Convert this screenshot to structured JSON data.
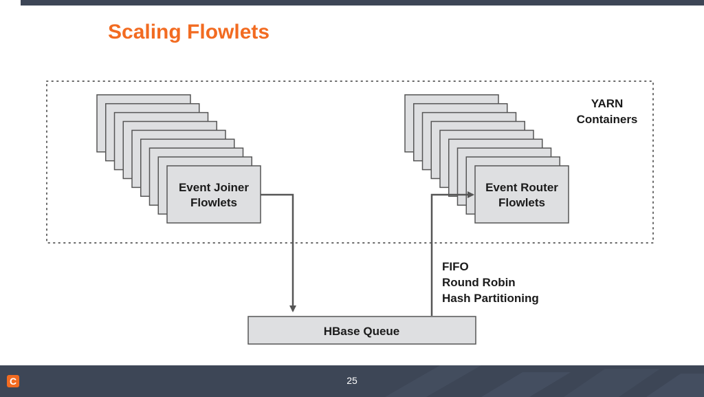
{
  "slide": {
    "title": "Scaling Flowlets",
    "page_number": "25"
  },
  "diagram": {
    "container_label_line1": "YARN",
    "container_label_line2": "Containers",
    "joiner": {
      "line1": "Event Joiner",
      "line2": "Flowlets",
      "instances": 9
    },
    "router": {
      "line1": "Event Router",
      "line2": "Flowlets",
      "instances": 9
    },
    "queue_label": "HBase Queue",
    "partition_modes": [
      "FIFO",
      "Round Robin",
      "Hash Partitioning"
    ]
  },
  "footer": {
    "logo_glyph": "C"
  },
  "colors": {
    "title": "#f26b21",
    "box_fill": "#dedfe1",
    "box_stroke": "#555555",
    "arrow": "#555555",
    "bar": "#3d4656",
    "logo": "#f26b21"
  }
}
